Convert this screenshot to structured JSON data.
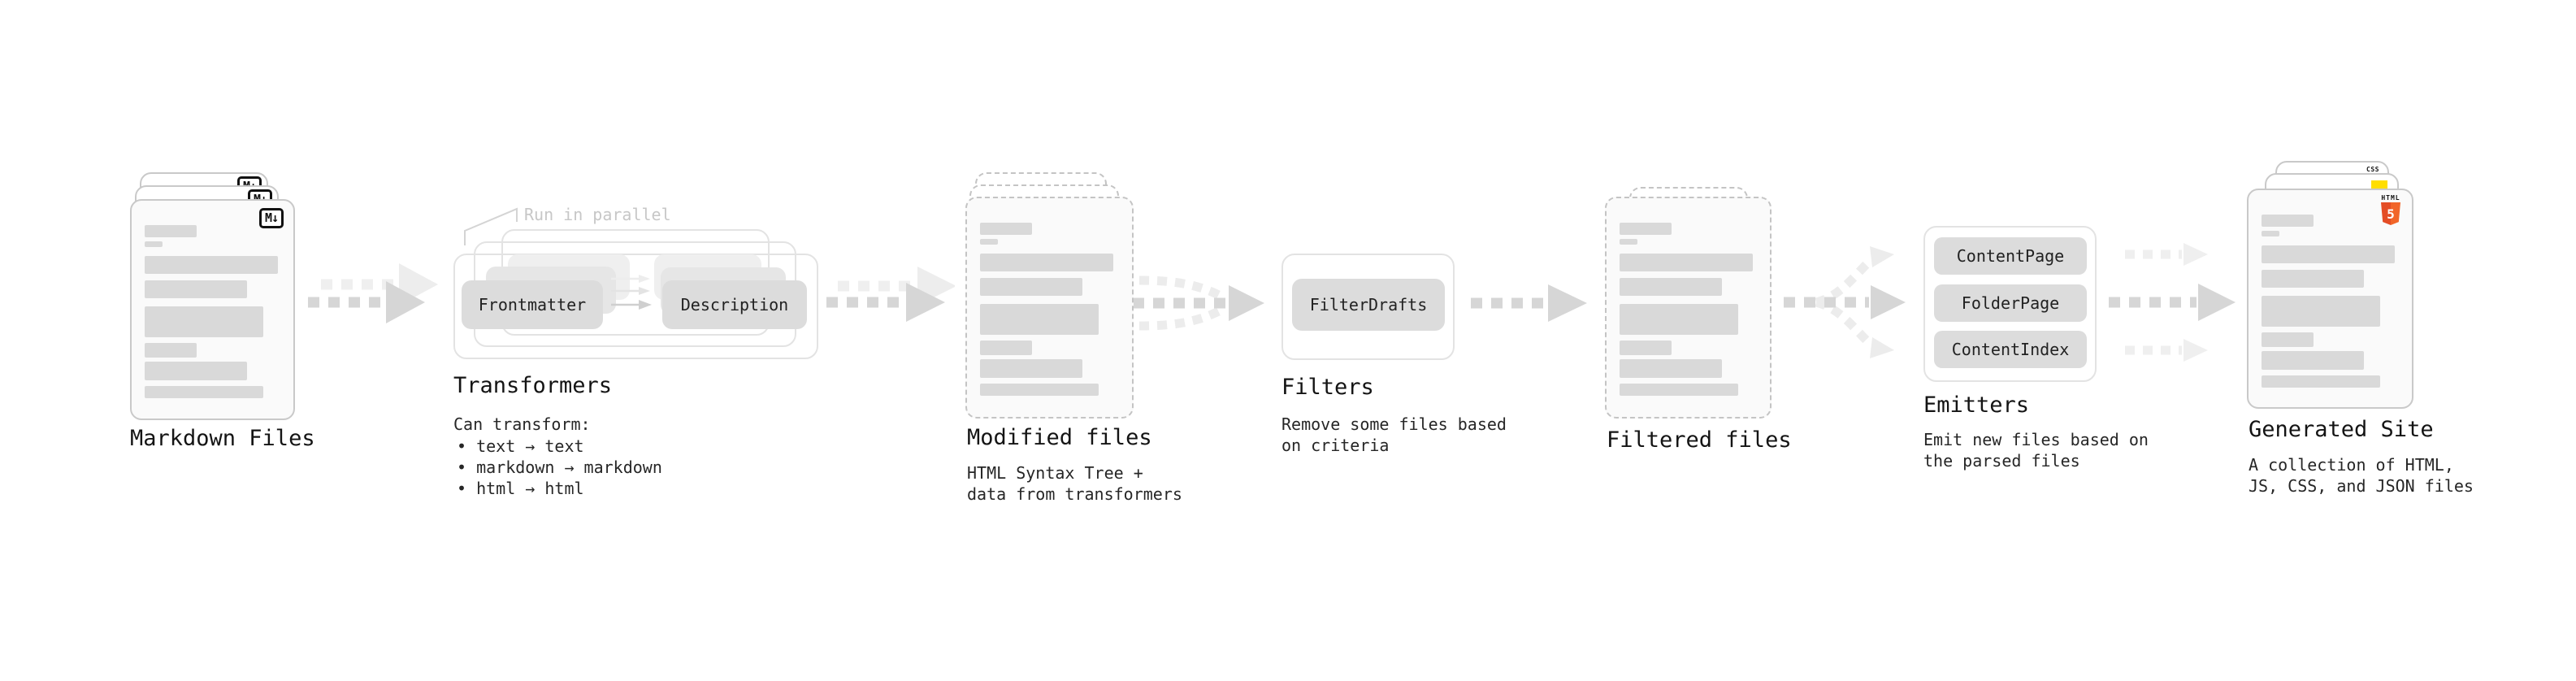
{
  "stages": {
    "markdown_files": {
      "label": "Markdown Files",
      "badge": "M↓"
    },
    "transformers": {
      "label": "Transformers",
      "annotation": "Run in parallel",
      "box_left": "Frontmatter",
      "box_right": "Description",
      "note_title": "Can transform:",
      "bullets": [
        "• text → text",
        "• markdown → markdown",
        "• html → html"
      ]
    },
    "modified_files": {
      "label": "Modified files",
      "description": [
        "HTML Syntax Tree +",
        "data from transformers"
      ]
    },
    "filters": {
      "label": "Filters",
      "box": "FilterDrafts",
      "description": [
        "Remove some files based",
        "on criteria"
      ]
    },
    "filtered_files": {
      "label": "Filtered files"
    },
    "emitters": {
      "label": "Emitters",
      "boxes": [
        "ContentPage",
        "FolderPage",
        "ContentIndex"
      ],
      "description": [
        "Emit new files based on",
        "the parsed files"
      ]
    },
    "generated_site": {
      "label": "Generated Site",
      "css_badge": "CSS",
      "html_badge_text": "HTML",
      "html_badge_number": "5",
      "description": [
        "A collection of HTML,",
        "JS, CSS, and JSON files"
      ]
    }
  },
  "colors": {
    "card_border": "#c9c9c9",
    "dashed_border": "#c4c4c4",
    "bar_fill": "#d9d9d9",
    "box_fill": "#dcdcdc",
    "container_border": "#e3e3e3",
    "arrow_main": "#d6d6d6",
    "arrow_light": "#ececec",
    "text": "#141414",
    "muted_annotation": "#c7c7c7",
    "html5_orange": "#e44d26",
    "js_yellow": "#ffde00",
    "css_blue": "#2e6bff",
    "markdown_badge": "#111111"
  }
}
